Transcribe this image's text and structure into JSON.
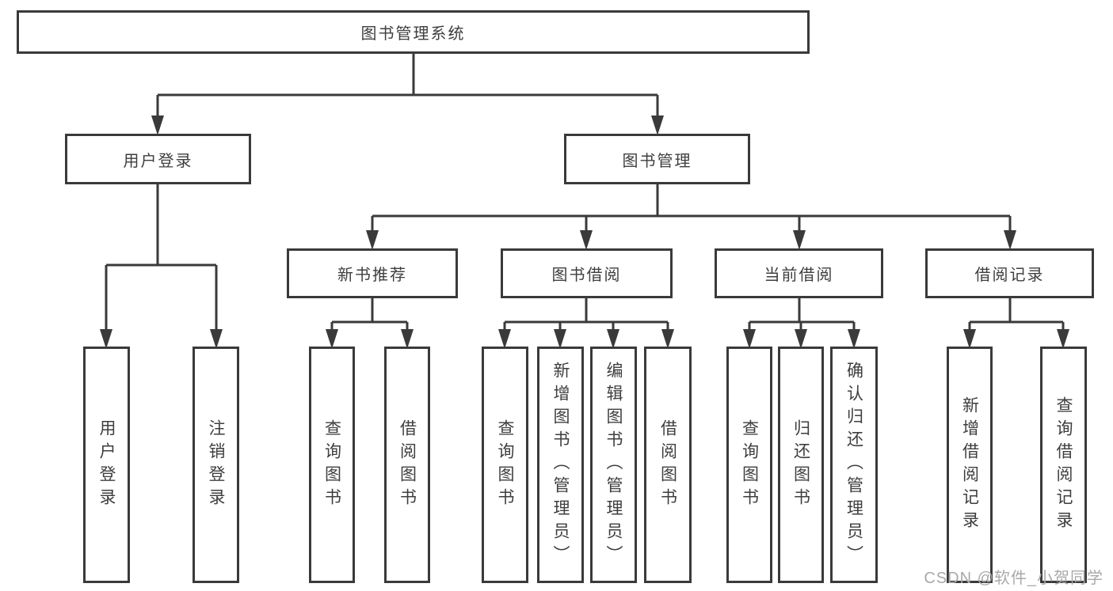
{
  "tree": {
    "root": {
      "label": "图书管理系统",
      "children": [
        {
          "label": "用户登录",
          "children": [
            {
              "label": "用户登录"
            },
            {
              "label": "注销登录"
            }
          ]
        },
        {
          "label": "图书管理",
          "children": [
            {
              "label": "新书推荐",
              "children": [
                {
                  "label": "查询图书"
                },
                {
                  "label": "借阅图书"
                }
              ]
            },
            {
              "label": "图书借阅",
              "children": [
                {
                  "label": "查询图书"
                },
                {
                  "label": "新增图书（管理员）"
                },
                {
                  "label": "编辑图书（管理员）"
                },
                {
                  "label": "借阅图书"
                }
              ]
            },
            {
              "label": "当前借阅",
              "children": [
                {
                  "label": "查询图书"
                },
                {
                  "label": "归还图书"
                },
                {
                  "label": "确认归还（管理员）"
                }
              ]
            },
            {
              "label": "借阅记录",
              "children": [
                {
                  "label": "新增借阅记录"
                },
                {
                  "label": "查询借阅记录"
                }
              ]
            }
          ]
        }
      ]
    }
  },
  "watermark": {
    "text": "CSDN @软件_小贺同学"
  },
  "colors": {
    "line": "#3a3a3a",
    "box_border": "#3a3a3a",
    "text": "#3e3e3e",
    "watermark": "#a9a9a9",
    "background": "#ffffff"
  }
}
